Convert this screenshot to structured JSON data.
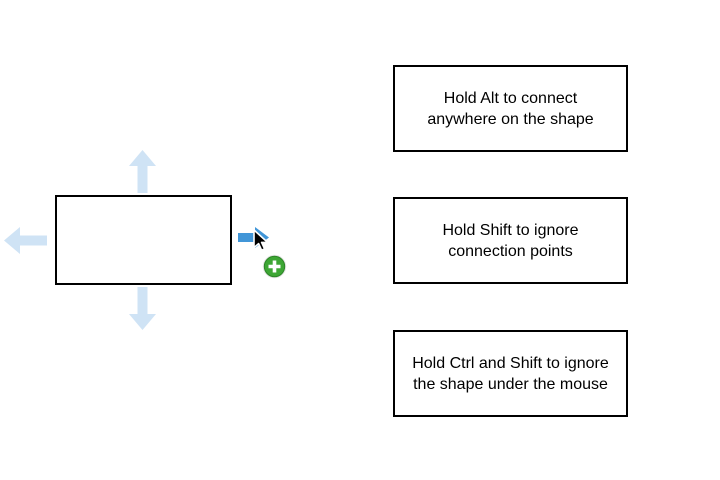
{
  "canvas": {
    "background": "#ffffff"
  },
  "shape": {
    "label": ""
  },
  "hints": [
    {
      "line1": "Hold Alt to connect",
      "line2": "anywhere on the shape"
    },
    {
      "line1": "Hold Shift to ignore",
      "line2": "connection points"
    },
    {
      "line1": "Hold Ctrl and Shift to ignore",
      "line2": "the shape under the mouse"
    }
  ],
  "icons": {
    "direction_up": "up-arrow-icon",
    "direction_down": "down-arrow-icon",
    "direction_left": "left-arrow-icon",
    "direction_right": "right-arrow-icon",
    "cursor": "mouse-pointer-icon",
    "add_badge": "green-plus-icon"
  },
  "colors": {
    "direction_arrow": "#cfe3f5",
    "direction_arrow_active": "#4196d8",
    "add_badge_fill": "#3da634",
    "add_badge_rim": "#2c8526",
    "add_badge_plus": "#ffffff",
    "shape_border": "#000000",
    "hint_border": "#000000",
    "hint_text": "#000000",
    "cursor_fill": "#000000",
    "cursor_outline": "#ffffff"
  }
}
